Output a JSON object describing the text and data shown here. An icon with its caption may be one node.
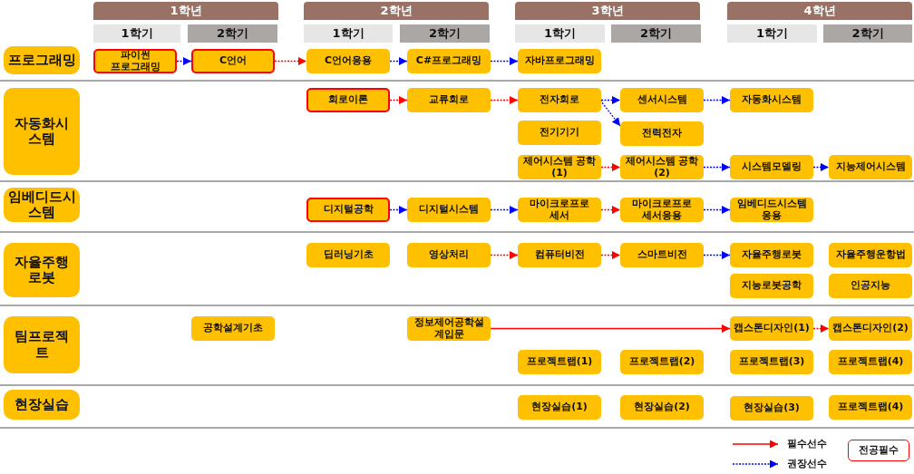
{
  "diagram": {
    "nodes": [
      {
        "text": [
          "1학년"
        ]
      },
      {
        "text": [
          "2학년"
        ]
      },
      {
        "text": [
          "3학년"
        ]
      },
      {
        "text": [
          "4학년"
        ]
      },
      {
        "text": [
          "1학기"
        ]
      },
      {
        "text": [
          "2학기"
        ]
      },
      {
        "text": [
          "1학기"
        ]
      },
      {
        "text": [
          "2학기"
        ]
      },
      {
        "text": [
          "1학기"
        ]
      },
      {
        "text": [
          "2학기"
        ]
      },
      {
        "text": [
          "1학기"
        ]
      },
      {
        "text": [
          "2학기"
        ]
      },
      {
        "text": [
          "프로그래밍"
        ]
      },
      {
        "text": [
          "파이썬 프로그래밍"
        ]
      },
      {
        "text": [
          "C언어"
        ]
      },
      {
        "text": [
          "C언어응용"
        ]
      },
      {
        "text": [
          "C#프로그래밍"
        ]
      },
      {
        "text": [
          "자바프로그래밍"
        ]
      },
      {
        "text": [
          "자동화시스템"
        ]
      },
      {
        "text": [
          "회로이론"
        ]
      },
      {
        "text": [
          "교류회로"
        ]
      },
      {
        "text": [
          "전자회로"
        ]
      },
      {
        "text": [
          "센서시스템"
        ]
      },
      {
        "text": [
          "자동화시스템"
        ]
      },
      {
        "text": [
          "전기기기"
        ]
      },
      {
        "text": [
          "전력전자"
        ]
      },
      {
        "text": [
          "제어시스템 공학(1)"
        ]
      },
      {
        "text": [
          "제어시스템 공학(2)"
        ]
      },
      {
        "text": [
          "시스템모델링"
        ]
      },
      {
        "text": [
          "지능제어시스템"
        ]
      },
      {
        "text": [
          "임베디드시스템"
        ]
      },
      {
        "text": [
          "디지털공학"
        ]
      },
      {
        "text": [
          "디지털시스템"
        ]
      },
      {
        "text": [
          "마이크로프로세서"
        ]
      },
      {
        "text": [
          "마이크로프로세서응용"
        ]
      },
      {
        "text": [
          "임베디드시스템응용"
        ]
      },
      {
        "text": [
          "자율주행로봇"
        ]
      },
      {
        "text": [
          "딥러닝기초"
        ]
      },
      {
        "text": [
          "영상처리"
        ]
      },
      {
        "text": [
          "컴퓨터비전"
        ]
      },
      {
        "text": [
          "스마트비전"
        ]
      },
      {
        "text": [
          "자율주행로봇"
        ]
      },
      {
        "text": [
          "자율주행운항법"
        ]
      },
      {
        "text": [
          "지능로봇공학"
        ]
      },
      {
        "text": [
          "인공지능"
        ]
      },
      {
        "text": [
          "팀프로젝트"
        ]
      },
      {
        "text": [
          "공학설계기초"
        ]
      },
      {
        "text": [
          "정보제어공학설계입문"
        ]
      },
      {
        "text": [
          "캡스톤디자인(1)"
        ]
      },
      {
        "text": [
          "캡스톤디자인(2)"
        ]
      },
      {
        "text": [
          "프로젝트랩(1)"
        ]
      },
      {
        "text": [
          "프로젝트랩(2)"
        ]
      },
      {
        "text": [
          "프로젝트랩(3)"
        ]
      },
      {
        "text": [
          "프로젝트랩(4)"
        ]
      },
      {
        "text": [
          "현장실습"
        ]
      },
      {
        "text": [
          "현장실습(1)"
        ]
      },
      {
        "text": [
          "현장실습(2)"
        ]
      },
      {
        "text": [
          "현장실습(3)"
        ]
      },
      {
        "text": [
          "프로젝트랩(4)"
        ]
      }
    ],
    "edges": [
      {
        "from": 13,
        "to": 14,
        "arrow": "to",
        "style": "dashed"
      },
      {
        "from": 14,
        "to": 15,
        "arrow": "to",
        "style": "dashed",
        "color": "#ff0000"
      },
      {
        "from": 15,
        "to": 16,
        "arrow": "to",
        "style": "dashed"
      },
      {
        "from": 16,
        "to": 17,
        "arrow": "to",
        "style": "dashed"
      },
      {
        "from": 19,
        "to": 20,
        "arrow": "to",
        "style": "dashed",
        "color": "#ff0000"
      },
      {
        "from": 20,
        "to": 21,
        "arrow": "to",
        "style": "dashed",
        "color": "#ff0000"
      },
      {
        "from": 21,
        "to": 22,
        "arrow": "to",
        "style": "dashed"
      },
      {
        "from": 21,
        "to": 25,
        "arrow": "to",
        "style": "dashed"
      },
      {
        "from": 22,
        "to": 23,
        "arrow": "to",
        "style": "dashed"
      },
      {
        "from": 26,
        "to": 27,
        "arrow": "to",
        "style": "dashed",
        "color": "#ff0000"
      },
      {
        "from": 27,
        "to": 28,
        "arrow": "to",
        "style": "dashed"
      },
      {
        "from": 28,
        "to": 29,
        "arrow": "to",
        "style": "dashed"
      },
      {
        "from": 31,
        "to": 32,
        "arrow": "to",
        "style": "dashed"
      },
      {
        "from": 32,
        "to": 33,
        "arrow": "to",
        "style": "dashed"
      },
      {
        "from": 33,
        "to": 34,
        "arrow": "to",
        "style": "dashed",
        "color": "#ff0000"
      },
      {
        "from": 34,
        "to": 35,
        "arrow": "to",
        "style": "dashed"
      },
      {
        "from": 38,
        "to": 39,
        "arrow": "to",
        "style": "dashed",
        "color": "#ff0000"
      },
      {
        "from": 39,
        "to": 40,
        "arrow": "to",
        "style": "dashed",
        "color": "#ff0000"
      },
      {
        "from": 40,
        "to": 41,
        "arrow": "to",
        "style": "dashed"
      },
      {
        "from": 47,
        "to": 48,
        "arrow": "to",
        "color": "#ff0000"
      },
      {
        "from": 48,
        "to": 49,
        "arrow": "to",
        "style": "dashed",
        "color": "#ff0000"
      }
    ],
    "legend": [
      {
        "text": "필수선수"
      },
      {
        "text": "권장선수"
      },
      {
        "text": "전공필수"
      }
    ]
  }
}
